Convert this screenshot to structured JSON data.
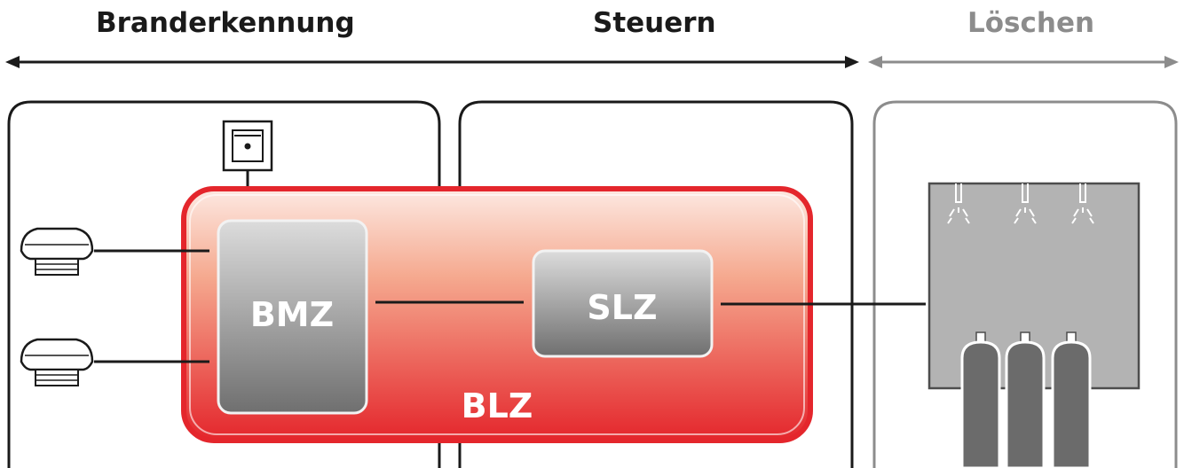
{
  "phases": {
    "detection": "Branderkennung",
    "control": "Steuern",
    "extinguishing": "Löschen"
  },
  "units": {
    "bmz": "BMZ",
    "slz": "SLZ",
    "blz": "BLZ"
  },
  "colors": {
    "accent_red": "#e4262c",
    "dark": "#1a1a1a",
    "gray": "#8c8c8c",
    "panel_gray": "#b3b3b3"
  }
}
